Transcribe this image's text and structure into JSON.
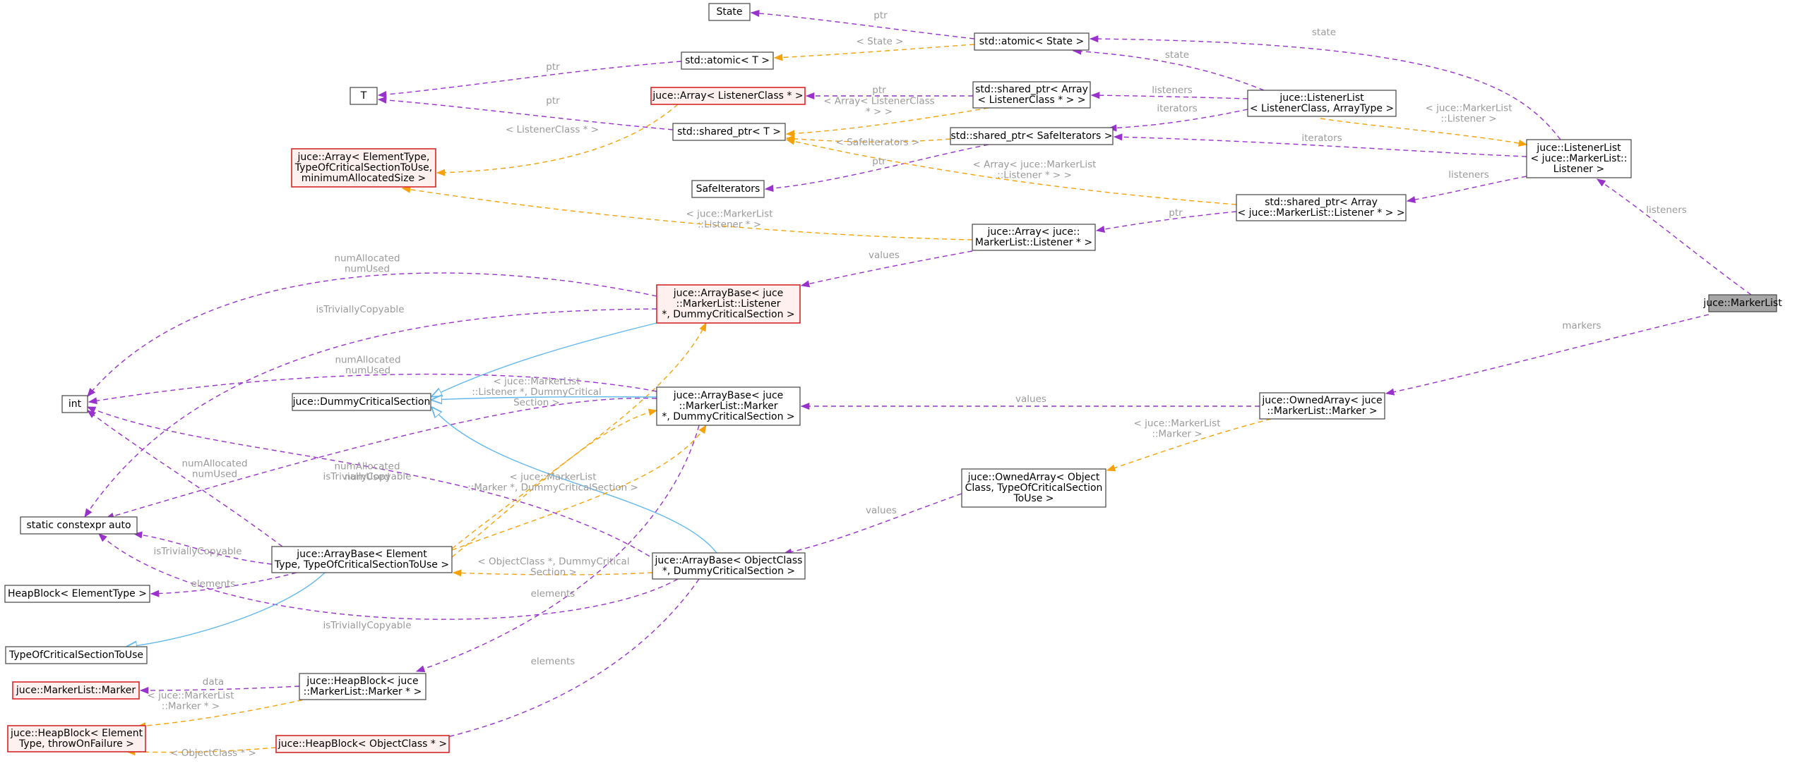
{
  "colors": {
    "background": "#ffffff",
    "node_border": "#444444",
    "node_fill": "#ffffff",
    "node_error_border": "#d62728",
    "node_error_fill": "#fff0f0",
    "node_highlight_fill": "#a6a6a6",
    "edge_usage": "#9932cc",
    "edge_template": "#f5a20a",
    "edge_inheritance": "#63b8ee",
    "label_text": "#9a9a9a"
  },
  "nodes": [
    {
      "id": "marker_list",
      "lines": [
        "juce::MarkerList"
      ],
      "style": "highlight"
    },
    {
      "id": "listener_list_marker",
      "lines": [
        "juce::ListenerList",
        "< juce::MarkerList::",
        "Listener >"
      ],
      "style": "normal"
    },
    {
      "id": "listener_list_generic",
      "lines": [
        "juce::ListenerList",
        "< ListenerClass, ArrayType >"
      ],
      "style": "normal"
    },
    {
      "id": "atomic_state",
      "lines": [
        "std::atomic< State >"
      ],
      "style": "normal"
    },
    {
      "id": "state",
      "lines": [
        "State"
      ],
      "style": "normal"
    },
    {
      "id": "atomic_t",
      "lines": [
        "std::atomic< T >"
      ],
      "style": "normal"
    },
    {
      "id": "t",
      "lines": [
        "T"
      ],
      "style": "normal"
    },
    {
      "id": "shared_ptr_array_listenerclass",
      "lines": [
        "std::shared_ptr< Array",
        "< ListenerClass * > >"
      ],
      "style": "normal"
    },
    {
      "id": "array_listenerclass",
      "lines": [
        "juce::Array< ListenerClass * >"
      ],
      "style": "error"
    },
    {
      "id": "shared_ptr_t",
      "lines": [
        "std::shared_ptr< T >"
      ],
      "style": "normal"
    },
    {
      "id": "shared_ptr_safeiterators",
      "lines": [
        "std::shared_ptr< SafeIterators >"
      ],
      "style": "normal"
    },
    {
      "id": "safeiterators",
      "lines": [
        "SafeIterators"
      ],
      "style": "normal"
    },
    {
      "id": "array_generic",
      "lines": [
        "juce::Array< ElementType,",
        "TypeOfCriticalSectionToUse,",
        "minimumAllocatedSize >"
      ],
      "style": "error"
    },
    {
      "id": "shared_ptr_array_markerlistener",
      "lines": [
        "std::shared_ptr< Array",
        "< juce::MarkerList::Listener * > >"
      ],
      "style": "normal"
    },
    {
      "id": "array_markerlistener",
      "lines": [
        "juce::Array< juce::",
        "MarkerList::Listener * >"
      ],
      "style": "normal"
    },
    {
      "id": "arraybase_listener",
      "lines": [
        "juce::ArrayBase< juce",
        "::MarkerList::Listener",
        "*, DummyCriticalSection >"
      ],
      "style": "error"
    },
    {
      "id": "int",
      "lines": [
        "int"
      ],
      "style": "normal"
    },
    {
      "id": "dummy_cs",
      "lines": [
        "juce::DummyCriticalSection"
      ],
      "style": "normal"
    },
    {
      "id": "arraybase_marker",
      "lines": [
        "juce::ArrayBase< juce",
        "::MarkerList::Marker",
        "*, DummyCriticalSection >"
      ],
      "style": "normal"
    },
    {
      "id": "ownedarray_marker",
      "lines": [
        "juce::OwnedArray< juce",
        "::MarkerList::Marker >"
      ],
      "style": "normal"
    },
    {
      "id": "ownedarray_generic",
      "lines": [
        "juce::OwnedArray< Object",
        "Class, TypeOfCriticalSection",
        "ToUse >"
      ],
      "style": "normal"
    },
    {
      "id": "static_constexpr",
      "lines": [
        "static constexpr auto"
      ],
      "style": "normal"
    },
    {
      "id": "arraybase_generic",
      "lines": [
        "juce::ArrayBase< Element",
        "Type, TypeOfCriticalSectionToUse >"
      ],
      "style": "normal"
    },
    {
      "id": "arraybase_objectclass",
      "lines": [
        "juce::ArrayBase< ObjectClass",
        "*, DummyCriticalSection >"
      ],
      "style": "normal"
    },
    {
      "id": "heapblock_elementtype",
      "lines": [
        "HeapBlock< ElementType >"
      ],
      "style": "normal"
    },
    {
      "id": "typeofcs",
      "lines": [
        "TypeOfCriticalSectionToUse"
      ],
      "style": "normal"
    },
    {
      "id": "marker",
      "lines": [
        "juce::MarkerList::Marker"
      ],
      "style": "error"
    },
    {
      "id": "heapblock_marker",
      "lines": [
        "juce::HeapBlock< juce",
        "::MarkerList::Marker * >"
      ],
      "style": "normal"
    },
    {
      "id": "heapblock_generic",
      "lines": [
        "juce::HeapBlock< Element",
        "Type, throwOnFailure >"
      ],
      "style": "error"
    },
    {
      "id": "heapblock_objectclass",
      "lines": [
        "juce::HeapBlock< ObjectClass * >"
      ],
      "style": "error"
    }
  ],
  "edges": [
    {
      "from": "listener_list_marker",
      "to": "marker_list",
      "kind": "usage",
      "label": [
        "listeners"
      ]
    },
    {
      "from": "ownedarray_marker",
      "to": "marker_list",
      "kind": "usage",
      "label": [
        "markers"
      ]
    },
    {
      "from": "listener_list_generic",
      "to": "listener_list_marker",
      "kind": "template",
      "label": [
        "< juce::MarkerList",
        "::Listener >"
      ]
    },
    {
      "from": "atomic_state",
      "to": "listener_list_marker",
      "kind": "usage",
      "label": [
        "state"
      ]
    },
    {
      "from": "shared_ptr_safeiterators",
      "to": "listener_list_marker",
      "kind": "usage",
      "label": [
        "iterators"
      ]
    },
    {
      "from": "shared_ptr_array_markerlistener",
      "to": "listener_list_marker",
      "kind": "usage",
      "label": [
        "listeners"
      ]
    },
    {
      "from": "atomic_state",
      "to": "listener_list_generic",
      "kind": "usage",
      "label": [
        "state"
      ]
    },
    {
      "from": "shared_ptr_array_listenerclass",
      "to": "listener_list_generic",
      "kind": "usage",
      "label": [
        "listeners"
      ]
    },
    {
      "from": "shared_ptr_safeiterators",
      "to": "listener_list_generic",
      "kind": "usage",
      "label": [
        "iterators"
      ]
    },
    {
      "from": "state",
      "to": "atomic_state",
      "kind": "usage",
      "label": [
        "ptr"
      ]
    },
    {
      "from": "atomic_t",
      "to": "atomic_state",
      "kind": "template",
      "label": [
        "< State >"
      ]
    },
    {
      "from": "t",
      "to": "atomic_t",
      "kind": "usage",
      "label": [
        "ptr"
      ]
    },
    {
      "from": "t",
      "to": "shared_ptr_t",
      "kind": "usage",
      "label": [
        "ptr"
      ]
    },
    {
      "from": "array_listenerclass",
      "to": "shared_ptr_array_listenerclass",
      "kind": "usage",
      "label": [
        "ptr"
      ]
    },
    {
      "from": "shared_ptr_t",
      "to": "shared_ptr_array_listenerclass",
      "kind": "template",
      "label": [
        "< Array< ListenerClass",
        "* > >"
      ]
    },
    {
      "from": "array_generic",
      "to": "array_listenerclass",
      "kind": "template",
      "label": [
        "< ListenerClass * >"
      ]
    },
    {
      "from": "shared_ptr_t",
      "to": "shared_ptr_safeiterators",
      "kind": "template",
      "label": [
        "< SafeIterators >"
      ]
    },
    {
      "from": "safeiterators",
      "to": "shared_ptr_safeiterators",
      "kind": "usage",
      "label": [
        "ptr"
      ]
    },
    {
      "from": "shared_ptr_t",
      "to": "shared_ptr_array_markerlistener",
      "kind": "template",
      "label": [
        "< Array< juce::MarkerList",
        "::Listener * > >"
      ]
    },
    {
      "from": "array_markerlistener",
      "to": "shared_ptr_array_markerlistener",
      "kind": "usage",
      "label": [
        "ptr"
      ]
    },
    {
      "from": "array_generic",
      "to": "array_markerlistener",
      "kind": "template",
      "label": [
        "< juce::MarkerList",
        "::Listener * >"
      ]
    },
    {
      "from": "arraybase_listener",
      "to": "array_markerlistener",
      "kind": "usage",
      "label": [
        "values"
      ]
    },
    {
      "from": "int",
      "to": "arraybase_listener",
      "kind": "usage",
      "label": [
        "numAllocated",
        "numUsed"
      ]
    },
    {
      "from": "static_constexpr",
      "to": "arraybase_listener",
      "kind": "usage",
      "label": [
        "isTriviallyCopyable"
      ]
    },
    {
      "from": "dummy_cs",
      "to": "arraybase_listener",
      "kind": "inheritance",
      "label": []
    },
    {
      "from": "arraybase_generic",
      "to": "arraybase_listener",
      "kind": "template",
      "label": []
    },
    {
      "from": "int",
      "to": "arraybase_marker",
      "kind": "usage",
      "label": [
        "numAllocated",
        "numUsed"
      ]
    },
    {
      "from": "dummy_cs",
      "to": "arraybase_marker",
      "kind": "inheritance",
      "label": []
    },
    {
      "from": "static_constexpr",
      "to": "arraybase_marker",
      "kind": "usage",
      "label": [
        "isTriviallyCopyable"
      ]
    },
    {
      "from": "arraybase_generic",
      "to": "arraybase_marker",
      "kind": "template",
      "label": [
        "< juce::MarkerList",
        "::Listener *, DummyCritical",
        "Section >"
      ]
    },
    {
      "from": "heapblock_marker",
      "to": "arraybase_marker",
      "kind": "usage",
      "label": [
        "elements"
      ]
    },
    {
      "from": "arraybase_marker",
      "to": "ownedarray_marker",
      "kind": "usage",
      "label": [
        "values"
      ]
    },
    {
      "from": "ownedarray_generic",
      "to": "ownedarray_marker",
      "kind": "template",
      "label": [
        "< juce::MarkerList",
        "::Marker >"
      ]
    },
    {
      "from": "arraybase_objectclass",
      "to": "ownedarray_generic",
      "kind": "usage",
      "label": [
        "values"
      ]
    },
    {
      "from": "int",
      "to": "arraybase_objectclass",
      "kind": "usage",
      "label": [
        "numAllocated",
        "numUsed"
      ]
    },
    {
      "from": "dummy_cs",
      "to": "arraybase_objectclass",
      "kind": "inheritance",
      "label": []
    },
    {
      "from": "arraybase_generic",
      "to": "arraybase_objectclass",
      "kind": "template",
      "label": [
        "< ObjectClass *, DummyCritical",
        "Section >"
      ]
    },
    {
      "from": "static_constexpr",
      "to": "arraybase_objectclass",
      "kind": "usage",
      "label": [
        "isTriviallyCopyable"
      ]
    },
    {
      "from": "heapblock_objectclass",
      "to": "arraybase_objectclass",
      "kind": "usage",
      "label": [
        "elements"
      ]
    },
    {
      "from": "int",
      "to": "arraybase_generic",
      "kind": "usage",
      "label": [
        "numAllocated",
        "numUsed"
      ]
    },
    {
      "from": "static_constexpr",
      "to": "arraybase_generic",
      "kind": "usage",
      "label": [
        "isTriviallyCopyable"
      ]
    },
    {
      "from": "heapblock_elementtype",
      "to": "arraybase_generic",
      "kind": "usage",
      "label": [
        "elements"
      ]
    },
    {
      "from": "typeofcs",
      "to": "arraybase_generic",
      "kind": "inheritance",
      "label": []
    },
    {
      "from": "marker",
      "to": "heapblock_marker",
      "kind": "usage",
      "label": [
        "data"
      ]
    },
    {
      "from": "heapblock_generic",
      "to": "heapblock_marker",
      "kind": "template",
      "label": [
        "< juce::MarkerList",
        "::Marker * >"
      ]
    },
    {
      "from": "heapblock_generic",
      "to": "heapblock_objectclass",
      "kind": "template",
      "label": [
        "< ObjectClass * >"
      ]
    },
    {
      "from": "arraybase_generic",
      "to": "arraybase_marker",
      "kind": "template",
      "label": [
        "< juce::MarkerList",
        "::Marker *, DummyCriticalSection >"
      ]
    }
  ]
}
